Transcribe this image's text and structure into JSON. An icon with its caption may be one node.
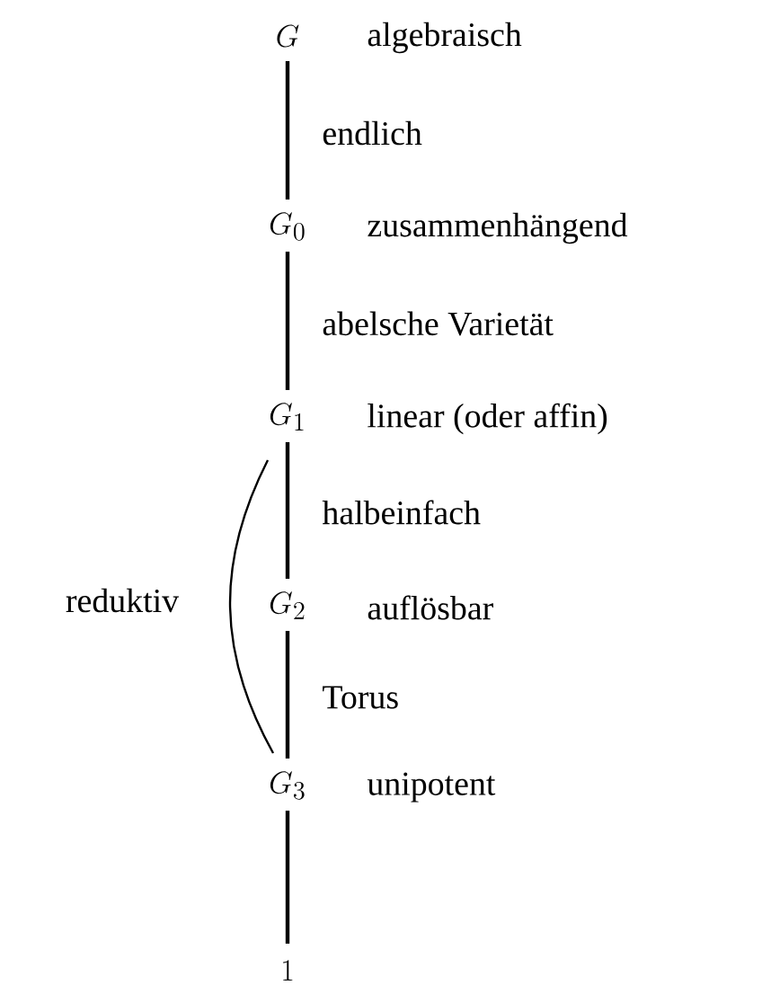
{
  "diagram": {
    "nodes": [
      {
        "text": [
          "G"
        ],
        "beside": [
          "algebraisch"
        ]
      },
      {
        "text": [
          "G_0"
        ],
        "beside": [
          "zusammenhängend"
        ]
      },
      {
        "text": [
          "G_1"
        ],
        "beside": [
          "linear (oder affin)"
        ]
      },
      {
        "text": [
          "G_2"
        ],
        "beside": [
          "auflösbar"
        ]
      },
      {
        "text": [
          "G_3"
        ],
        "beside": [
          "unipotent"
        ]
      },
      {
        "text": [
          "1"
        ]
      }
    ],
    "edges": [
      {
        "from": 0,
        "to": 1,
        "arrow": "none",
        "label": "endlich"
      },
      {
        "from": 1,
        "to": 2,
        "arrow": "none",
        "label": "abelsche Varietät"
      },
      {
        "from": 2,
        "to": 3,
        "arrow": "none",
        "label": "halbeinfach"
      },
      {
        "from": 3,
        "to": 4,
        "arrow": "none",
        "label": "Torus"
      },
      {
        "from": 4,
        "to": 5,
        "arrow": "none"
      },
      {
        "from": 2,
        "to": 4,
        "arrow": "none",
        "label": "reduktiv"
      }
    ]
  }
}
